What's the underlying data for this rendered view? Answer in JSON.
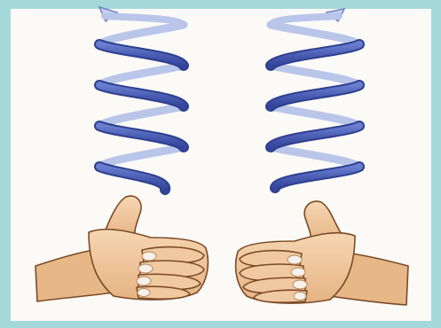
{
  "figure": {
    "subject": "handedness-helices",
    "colors": {
      "frame": "#a3d9d9",
      "paper": "#fbfaf6",
      "helix_front": "#4a5db3",
      "helix_back": "#b9c6ea",
      "helix_edge": "#2e3f8f",
      "skin": "#f1c9a0",
      "skin_shade": "#d9a16f",
      "outline": "#7a4a26",
      "nail": "#f7f1ea"
    },
    "panels": [
      {
        "id": "left",
        "hand": "left-hand",
        "helix": "left-handed"
      },
      {
        "id": "right",
        "hand": "right-hand",
        "helix": "right-handed"
      }
    ]
  }
}
